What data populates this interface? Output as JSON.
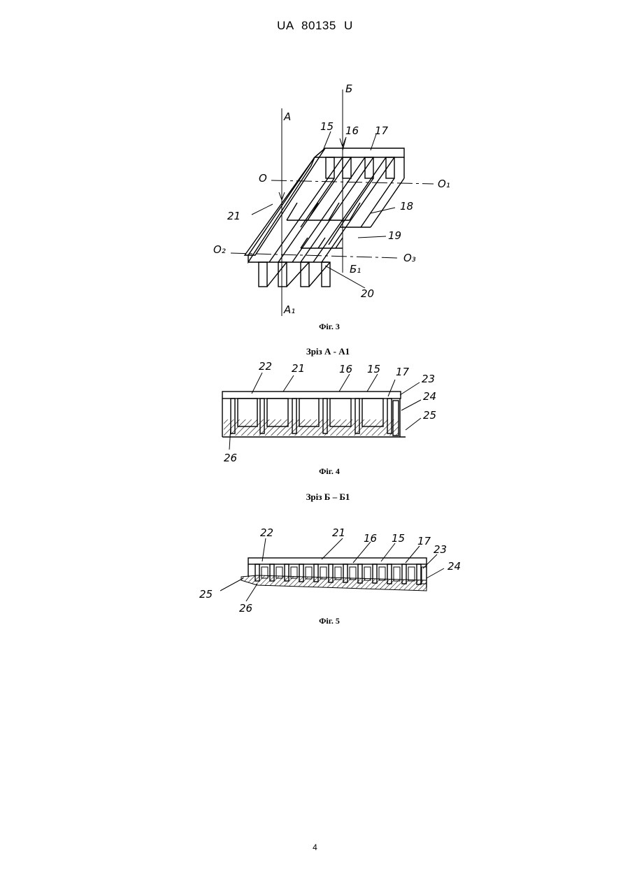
{
  "header": {
    "code": "UA 80135 U"
  },
  "page_number": "4",
  "figures": [
    {
      "caption": "Фіг. 3",
      "labels": {
        "A": "А",
        "B": "Б",
        "l15": "15",
        "l16": "16",
        "l17": "17",
        "O": "О",
        "O1": "О₁",
        "l21": "21",
        "l18": "18",
        "l19": "19",
        "O2": "О₂",
        "B1": "Б₁",
        "O3": "О₃",
        "l20": "20",
        "A1": "А₁"
      }
    },
    {
      "section_title": "Зріз А - А1",
      "caption": "Фіг. 4",
      "labels": {
        "l22": "22",
        "l21": "21",
        "l16": "16",
        "l15": "15",
        "l17": "17",
        "l23": "23",
        "l24": "24",
        "l25": "25",
        "l26": "26"
      }
    },
    {
      "section_title": "Зріз Б – Б1",
      "caption": "Фіг. 5",
      "labels": {
        "l22": "22",
        "l21": "21",
        "l16": "16",
        "l15": "15",
        "l17": "17",
        "l23": "23",
        "l24": "24",
        "l25": "25",
        "l26": "26"
      }
    }
  ]
}
